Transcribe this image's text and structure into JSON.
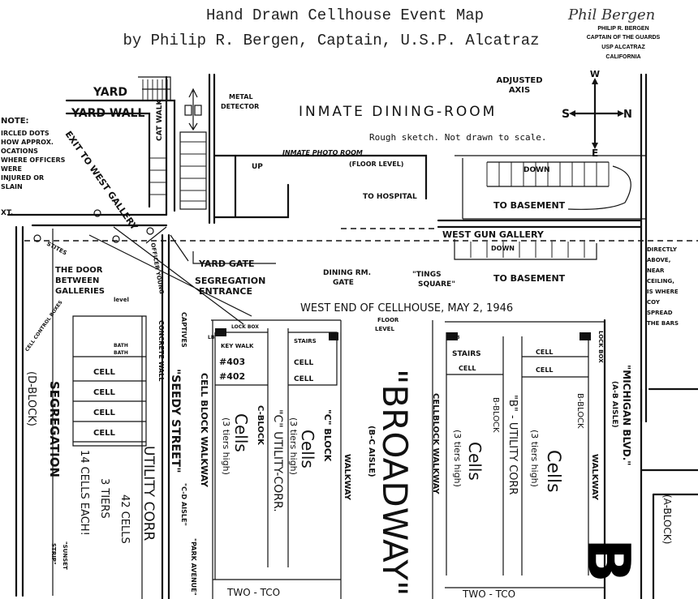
{
  "header": {
    "title_line1": "Hand Drawn Cellhouse Event Map",
    "title_line2": "by Philip R. Bergen, Captain, U.S.P. Alcatraz",
    "signature": "Phil Bergen",
    "stamp": [
      "PHILIP R. BERGEN",
      "CAPTAIN OF THE GUARDS",
      "USP ALCATRAZ",
      "CALIFORNIA"
    ]
  },
  "compass": {
    "caption": "ADJUSTED AXIS",
    "caption_line1": "ADJUSTED",
    "caption_line2": "AXIS",
    "w": "W",
    "s": "S",
    "n": "N",
    "e": "E"
  },
  "note": {
    "lines": [
      "NOTE:",
      "IRCLED DOTS",
      "HOW APPROX.",
      "OCATIONS",
      "WHERE OFFICERS",
      "WERE",
      "INJURED OR",
      "SLAIN"
    ],
    "exit": "XT."
  },
  "scale_note": "Rough sketch. Not drawn to scale.",
  "labels": {
    "yard": "YARD",
    "yard_wall": "YARD WALL",
    "cat_walk": "CAT WALK",
    "metal_detector_1": "METAL",
    "metal_detector_2": "DETECTOR",
    "dining_room": "INMATE DINING-ROOM",
    "photo_room": "INMATE PHOTO ROOM",
    "floor_level_paren": "(FLOOR LEVEL)",
    "up": "UP",
    "down": "DOWN",
    "to_hospital": "TO HOSPITAL",
    "to_basement_1": "TO BASEMENT",
    "west_gun_gallery": "WEST GUN GALLERY",
    "down_2": "DOWN",
    "to_basement_2": "TO BASEMENT",
    "exit_west_gallery": "EXIT TO WEST GALLERY",
    "officer_young": "OFFICER YOUNG",
    "stites": "STITES",
    "yard_gate": "YARD GATE",
    "dining_gate_1": "DINING RM.",
    "dining_gate_2": "GATE",
    "tings_1": "\"TINGS",
    "tings_2": "SQUARE\"",
    "seg_entrance_1": "SEGREGATION",
    "seg_entrance_2": "ENTRANCE",
    "door_1": "THE DOOR",
    "door_2": "BETWEEN",
    "door_3": "GALLERIES",
    "level": "level",
    "cell_control": "CELL CONTROL BOXES",
    "west_end": "WEST END OF CELLHOUSE, MAY 2, 1946",
    "floor": "FLOOR",
    "level_2": "LEVEL",
    "directly_above": [
      "DIRECTLY",
      "ABOVE,",
      "NEAR",
      "CEILING,",
      "IS WHERE",
      "COY",
      "SPREAD",
      "THE BARS"
    ]
  },
  "d_block": {
    "bath_1": "BATH",
    "bath_2": "BATH",
    "cells": [
      "CELL",
      "CELL",
      "CELL",
      "CELL"
    ],
    "segregation": "SEGREGATION",
    "d_block": "(D-BLOCK)",
    "cells_each": "14 CELLS EACH!",
    "tiers": "3 TIERS",
    "total": "42 CELLS",
    "sunset": "\"SUNSET",
    "strip": "STRIP\""
  },
  "c_block": {
    "concrete_wall": "CONCRETE WALL",
    "utility_corr_d": "UTILITY CORR",
    "seedy_street": "\"SEEDY STREET\"",
    "cd_aisle": "\"C-D AISLE\"",
    "park_avenue": "\"PARK AVENUE\"",
    "captives": "CAPTIVES",
    "walkway_1": "CELL BLOCK WALKWAY",
    "lock_box": "LOCK BOX",
    "lb": "LB",
    "key_walk": "KEY WALK",
    "cell_403": "#403",
    "cell_402": "#402",
    "c_block_label": "C-BLOCK",
    "cells_word": "Cells",
    "tiers": "(3 tiers high)",
    "utility": "\"C\" UTILITY-CORR.",
    "stairs": "STAIRS",
    "cell_a": "CELL",
    "cell_b": "CELL",
    "c_block_label_2": "\"C\" BLOCK",
    "cells_word_2": "Cells",
    "tiers_2": "(3 tiers high)",
    "walkway_2": "WALKWAY",
    "bottom": "TWO - TCO"
  },
  "broadway": {
    "name": "\"BROADWAY\"",
    "aisle": "(B-C AISLE)"
  },
  "b_block": {
    "walkway_1": "CELLBLOCK WALKWAY",
    "stairs": "STAIRS",
    "cell_1": "CELL",
    "cell_2": "CELL",
    "cell_3": "CELL",
    "b_block_label": "B-BLOCK",
    "cells_word": "Cells",
    "tiers": "(3 tiers high)",
    "utility": "\"B\" - UTILITY CORR",
    "b_block_label_2": "B-BLOCK",
    "cells_word_2": "Cells",
    "tiers_2": "(3 tiers high)",
    "lock_box": "LOCK BOX",
    "lb": "LB",
    "walkway_2": "WALKWAY",
    "michigan": "\"MICHIGAN BLVD.\"",
    "ab_aisle": "(A-B AISLE)",
    "a_block": "(A-BLOCK)",
    "bottom": "TWO - TCO"
  },
  "logo": {
    "letter": "B"
  },
  "colors": {
    "ink": "#111111",
    "paper": "#ffffff"
  }
}
